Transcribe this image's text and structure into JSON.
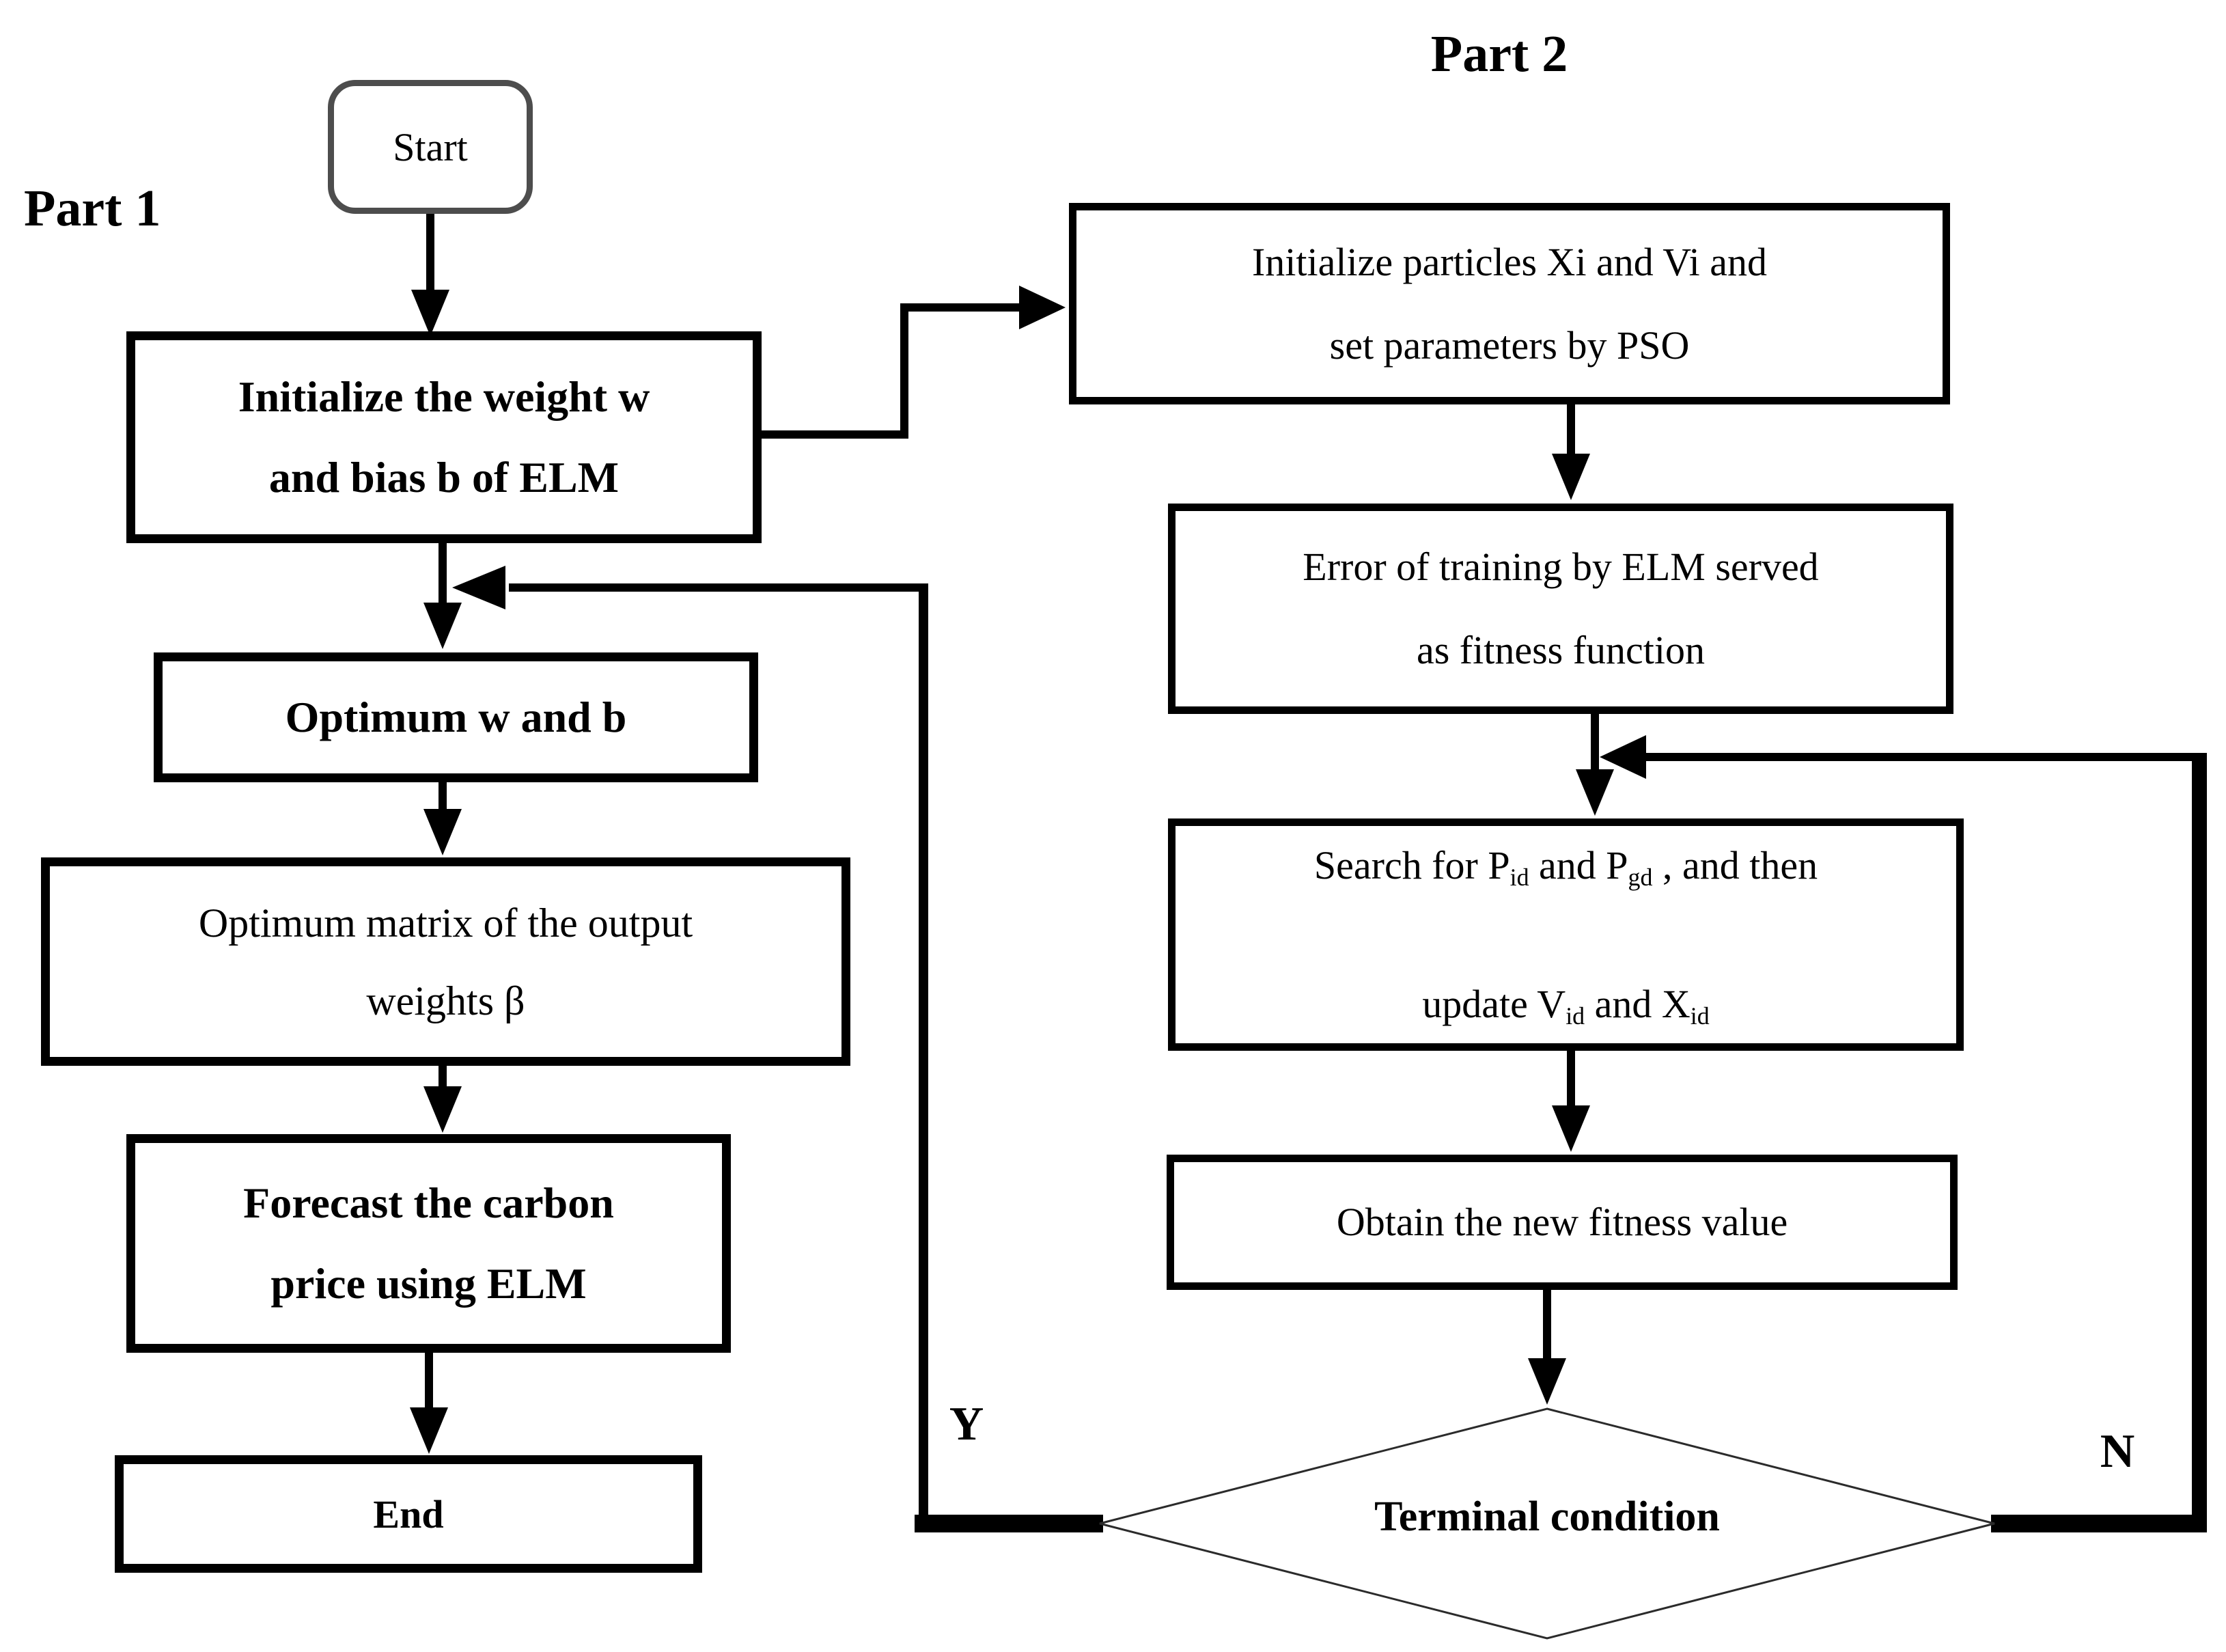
{
  "labels": {
    "part1": "Part 1",
    "part2": "Part 2",
    "yes": "Y",
    "no": "N"
  },
  "part1": {
    "start": "Start",
    "box_init_weights": "Initialize the weight w\nand bias b of ELM",
    "box_optimum_wb": "Optimum w and b",
    "box_optimum_matrix": "Optimum matrix of the output\nweights β",
    "box_forecast": "Forecast the carbon\nprice using ELM",
    "end": "End"
  },
  "part2": {
    "box_init_particles": "Initialize particles Xi and Vi and\nset parameters by PSO",
    "box_error_training": "Error of training by ELM served\nas fitness function",
    "box_search": {
      "t1": "Search for P",
      "s1": "id",
      "t2": " and P",
      "s2": "gd",
      "t3": " , and then",
      "t4": "update V",
      "s3": "id",
      "t5": " and X",
      "s4": "id"
    },
    "box_obtain": "Obtain the new fitness value",
    "diamond_terminal": "Terminal condition"
  }
}
